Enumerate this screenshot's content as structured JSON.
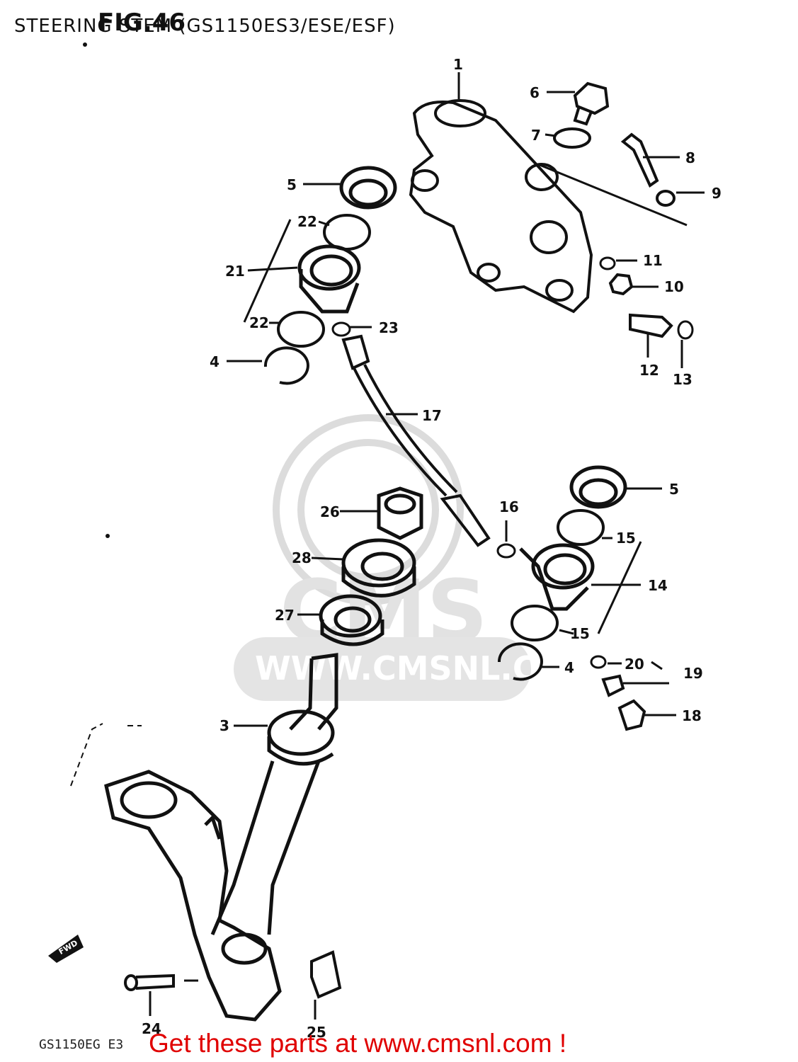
{
  "header": {
    "title": "STEERING STEM (GS1150ES3/ESE/ESF)",
    "fig_label": "FIG.46"
  },
  "watermark": {
    "brand": "CMS",
    "url": "WWW.CMSNL.COM"
  },
  "callouts": [
    "1",
    "6",
    "7",
    "8",
    "9",
    "5",
    "22",
    "21",
    "11",
    "10",
    "22",
    "23",
    "12",
    "13",
    "4",
    "17",
    "5",
    "16",
    "26",
    "15",
    "28",
    "14",
    "27",
    "15",
    "20",
    "19",
    "4",
    "3",
    "18",
    "24",
    "25"
  ],
  "fwd_label": "FWD",
  "footer": {
    "code": "GS1150EG E3",
    "promo": "Get these parts at www.cmsnl.com !"
  },
  "colors": {
    "promo": "#e00000",
    "ink": "#111111",
    "watermark": "#dcdcdc"
  }
}
